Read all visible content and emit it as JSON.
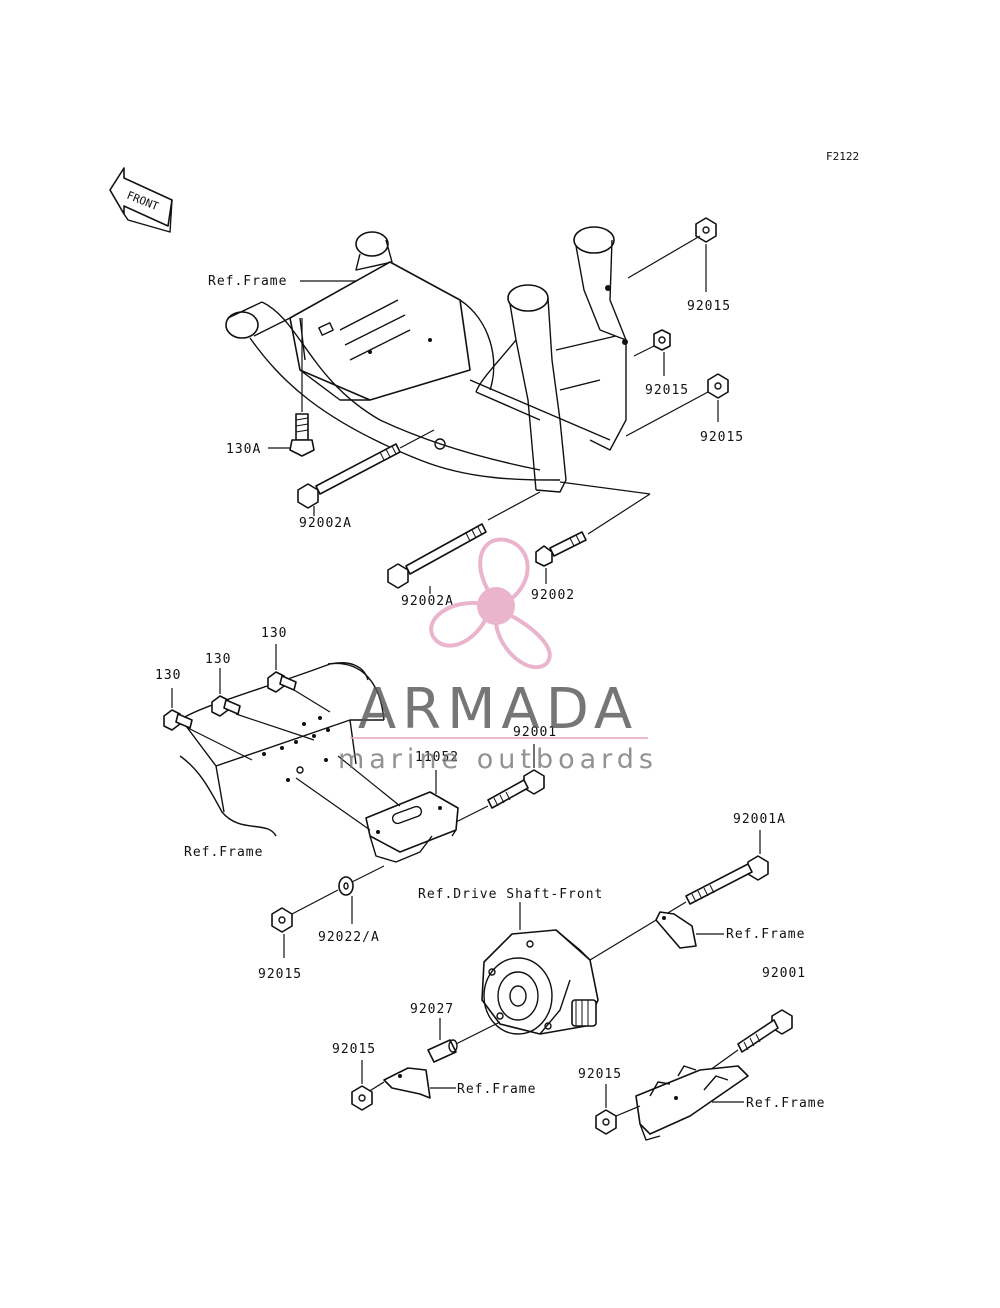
{
  "figure_code": "F2122",
  "front_arrow": "FRONT",
  "labels": {
    "ref_frame_top": "Ref.Frame",
    "n92015_a": "92015",
    "n92015_b": "92015",
    "n92015_c": "92015",
    "n130A": "130A",
    "n92002A_a": "92002A",
    "n92002A_b": "92002A",
    "n92002": "92002",
    "n130_a": "130",
    "n130_b": "130",
    "n130_c": "130",
    "n92001_a": "92001",
    "n11052": "11052",
    "ref_frame_mid": "Ref.Frame",
    "n92001A": "92001A",
    "ref_drive_shaft": "Ref.Drive Shaft-Front",
    "ref_frame_right": "Ref.Frame",
    "n92015_d": "92015",
    "n92022A": "92022/A",
    "n92001_b": "92001",
    "n92027": "92027",
    "n92015_e": "92015",
    "ref_frame_bracket": "Ref.Frame",
    "n92015_f": "92015",
    "ref_frame_bottom": "Ref.Frame"
  },
  "watermark": {
    "brand": "ARMADA",
    "tagline": "marine outboards",
    "logo_color": "#e6a7c4",
    "text_color": "#555555"
  }
}
